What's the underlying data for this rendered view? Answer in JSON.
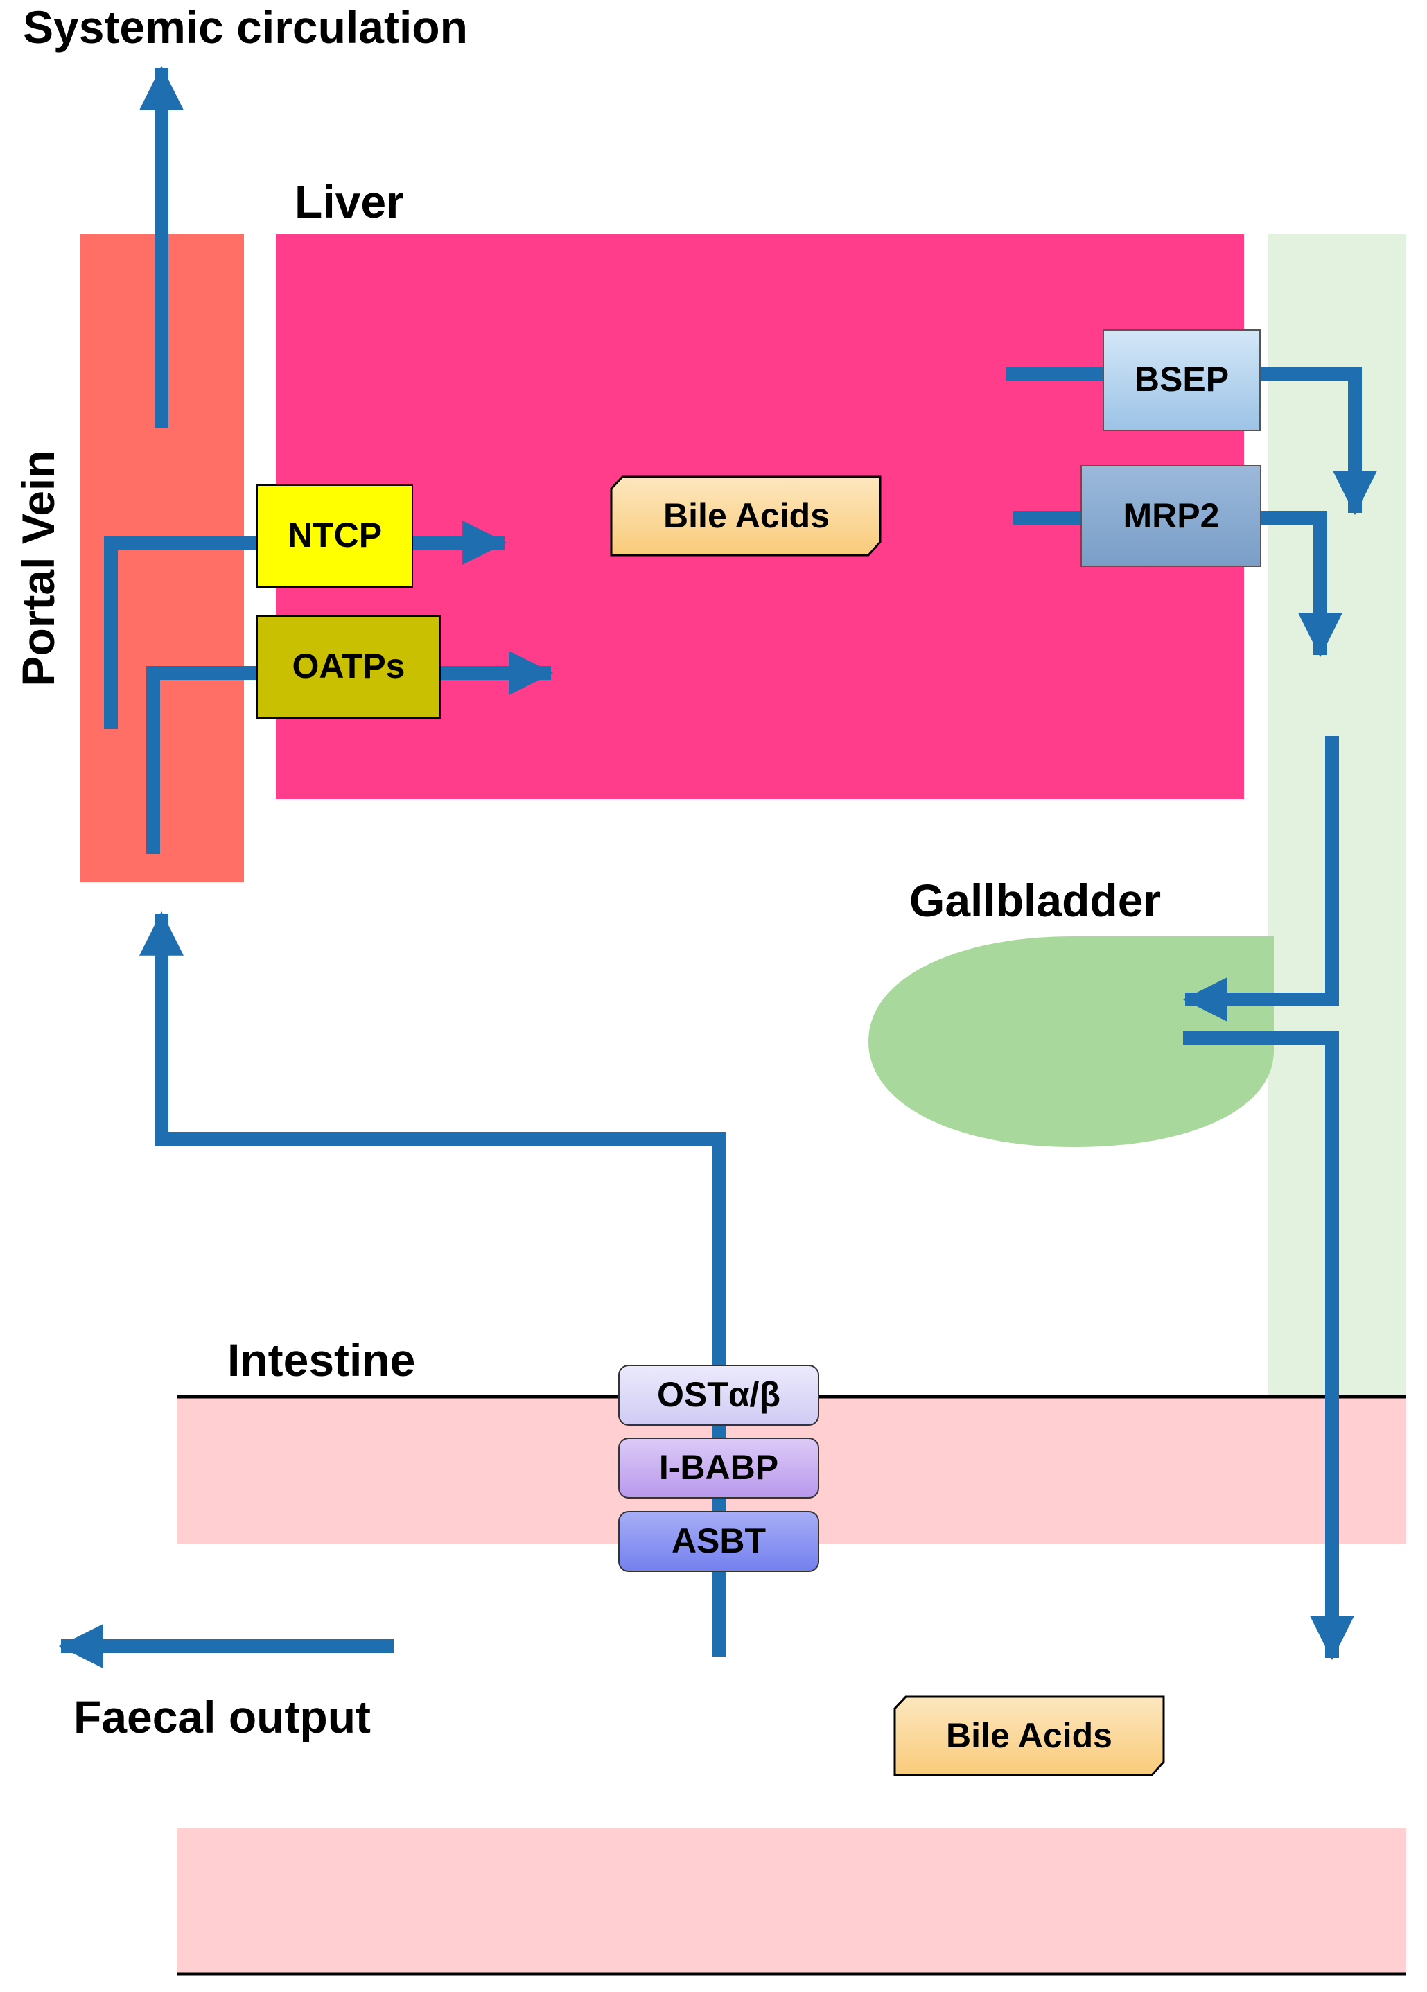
{
  "labels": {
    "systemic_circulation": "Systemic circulation",
    "liver": "Liver",
    "portal_vein": "Portal Vein",
    "gallbladder": "Gallbladder",
    "intestine": "Intestine",
    "faecal_output": "Faecal output"
  },
  "transporters": {
    "ntcp": "NTCP",
    "oatps": "OATPs",
    "bsep": "BSEP",
    "mrp2": "MRP2",
    "ost": "OSTα/β",
    "ibabp": "I-BABP",
    "asbt": "ASBT"
  },
  "bile_acids": {
    "liver": "Bile Acids",
    "intestine": "Bile Acids"
  },
  "colors": {
    "portal_vein": "#ff6f66",
    "liver": "#ff3d8a",
    "bile_duct": "#e3f2df",
    "gallbladder": "#a8d89b",
    "intestine": "#ffcfd1",
    "flow_arrow": "#1f6eb0",
    "ntcp": "#ffff00",
    "oatps": "#c8c000",
    "bsep": "#b3d4ef",
    "mrp2": "#8aabd0",
    "ost": "#dcdaf8",
    "ibabp": "#c9b0f2",
    "asbt": "#8a93f2",
    "bile_acids": "#fcd99a"
  }
}
